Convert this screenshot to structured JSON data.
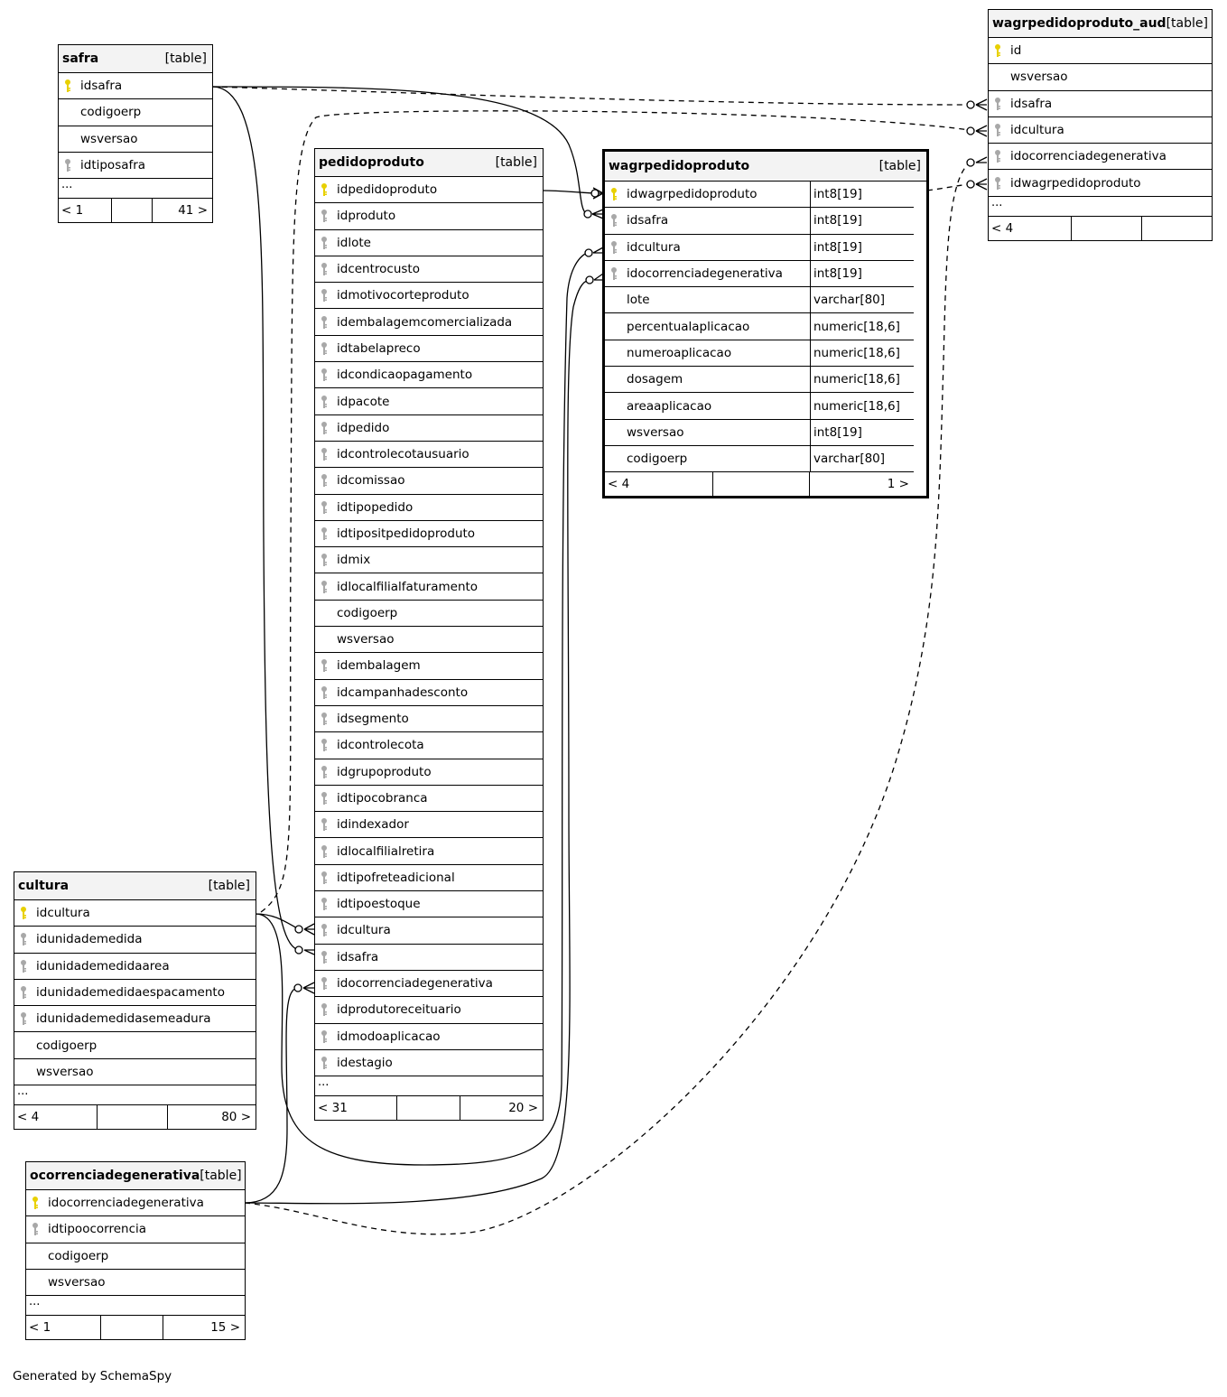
{
  "footer": "Generated by SchemaSpy",
  "colors": {
    "primary_key": "#e8d000",
    "foreign_key": "#a8a8a8",
    "border": "#000000",
    "header_bg": "#f3f3f3"
  },
  "tables": {
    "safra": {
      "name": "safra",
      "type": "[table]",
      "columns": [
        {
          "name": "idsafra",
          "key": "primary-key"
        },
        {
          "name": "codigoerp",
          "key": "none"
        },
        {
          "name": "wsversao",
          "key": "none"
        },
        {
          "name": "idtiposafra",
          "key": "foreign-key"
        }
      ],
      "more": "...",
      "footer": {
        "left": "< 1",
        "mid": "",
        "right": "41 >"
      }
    },
    "pedidoproduto": {
      "name": "pedidoproduto",
      "type": "[table]",
      "columns": [
        {
          "name": "idpedidoproduto",
          "key": "primary-key"
        },
        {
          "name": "idproduto",
          "key": "foreign-key"
        },
        {
          "name": "idlote",
          "key": "foreign-key"
        },
        {
          "name": "idcentrocusto",
          "key": "foreign-key"
        },
        {
          "name": "idmotivocorteproduto",
          "key": "foreign-key"
        },
        {
          "name": "idembalagemcomercializada",
          "key": "foreign-key"
        },
        {
          "name": "idtabelapreco",
          "key": "foreign-key"
        },
        {
          "name": "idcondicaopagamento",
          "key": "foreign-key"
        },
        {
          "name": "idpacote",
          "key": "foreign-key"
        },
        {
          "name": "idpedido",
          "key": "foreign-key"
        },
        {
          "name": "idcontrolecotausuario",
          "key": "foreign-key"
        },
        {
          "name": "idcomissao",
          "key": "foreign-key"
        },
        {
          "name": "idtipopedido",
          "key": "foreign-key"
        },
        {
          "name": "idtipositpedidoproduto",
          "key": "foreign-key"
        },
        {
          "name": "idmix",
          "key": "foreign-key"
        },
        {
          "name": "idlocalfilialfaturamento",
          "key": "foreign-key"
        },
        {
          "name": "codigoerp",
          "key": "none"
        },
        {
          "name": "wsversao",
          "key": "none"
        },
        {
          "name": "idembalagem",
          "key": "foreign-key"
        },
        {
          "name": "idcampanhadesconto",
          "key": "foreign-key"
        },
        {
          "name": "idsegmento",
          "key": "foreign-key"
        },
        {
          "name": "idcontrolecota",
          "key": "foreign-key"
        },
        {
          "name": "idgrupoproduto",
          "key": "foreign-key"
        },
        {
          "name": "idtipocobranca",
          "key": "foreign-key"
        },
        {
          "name": "idindexador",
          "key": "foreign-key"
        },
        {
          "name": "idlocalfilialretira",
          "key": "foreign-key"
        },
        {
          "name": "idtipofreteadicional",
          "key": "foreign-key"
        },
        {
          "name": "idtipoestoque",
          "key": "foreign-key"
        },
        {
          "name": "idcultura",
          "key": "foreign-key"
        },
        {
          "name": "idsafra",
          "key": "foreign-key"
        },
        {
          "name": "idocorrenciadegenerativa",
          "key": "foreign-key"
        },
        {
          "name": "idprodutoreceituario",
          "key": "foreign-key"
        },
        {
          "name": "idmodoaplicacao",
          "key": "foreign-key"
        },
        {
          "name": "idestagio",
          "key": "foreign-key"
        }
      ],
      "more": "...",
      "footer": {
        "left": "< 31",
        "mid": "",
        "right": "20 >"
      }
    },
    "wagrpedidoproduto": {
      "name": "wagrpedidoproduto",
      "type": "[table]",
      "columns": [
        {
          "name": "idwagrpedidoproduto",
          "key": "primary-key",
          "type": "int8[19]"
        },
        {
          "name": "idsafra",
          "key": "foreign-key",
          "type": "int8[19]"
        },
        {
          "name": "idcultura",
          "key": "foreign-key",
          "type": "int8[19]"
        },
        {
          "name": "idocorrenciadegenerativa",
          "key": "foreign-key",
          "type": "int8[19]"
        },
        {
          "name": "lote",
          "key": "none",
          "type": "varchar[80]"
        },
        {
          "name": "percentualaplicacao",
          "key": "none",
          "type": "numeric[18,6]"
        },
        {
          "name": "numeroaplicacao",
          "key": "none",
          "type": "numeric[18,6]"
        },
        {
          "name": "dosagem",
          "key": "none",
          "type": "numeric[18,6]"
        },
        {
          "name": "areaaplicacao",
          "key": "none",
          "type": "numeric[18,6]"
        },
        {
          "name": "wsversao",
          "key": "none",
          "type": "int8[19]"
        },
        {
          "name": "codigoerp",
          "key": "none",
          "type": "varchar[80]"
        }
      ],
      "footer": {
        "left": "< 4",
        "mid": "",
        "right": "1 >"
      }
    },
    "wagrpedidoproduto_aud": {
      "name": "wagrpedidoproduto_aud",
      "type": "[table]",
      "columns": [
        {
          "name": "id",
          "key": "primary-key"
        },
        {
          "name": "wsversao",
          "key": "none"
        },
        {
          "name": "idsafra",
          "key": "foreign-key"
        },
        {
          "name": "idcultura",
          "key": "foreign-key"
        },
        {
          "name": "idocorrenciadegenerativa",
          "key": "foreign-key"
        },
        {
          "name": "idwagrpedidoproduto",
          "key": "foreign-key"
        }
      ],
      "more": "...",
      "footer": {
        "left": "< 4",
        "mid": "",
        "right": ""
      }
    },
    "cultura": {
      "name": "cultura",
      "type": "[table]",
      "columns": [
        {
          "name": "idcultura",
          "key": "primary-key"
        },
        {
          "name": "idunidademedida",
          "key": "foreign-key"
        },
        {
          "name": "idunidademedidaarea",
          "key": "foreign-key"
        },
        {
          "name": "idunidademedidaespacamento",
          "key": "foreign-key"
        },
        {
          "name": "idunidademedidasemeadura",
          "key": "foreign-key"
        },
        {
          "name": "codigoerp",
          "key": "none"
        },
        {
          "name": "wsversao",
          "key": "none"
        }
      ],
      "more": "...",
      "footer": {
        "left": "< 4",
        "mid": "",
        "right": "80 >"
      }
    },
    "ocorrenciadegenerativa": {
      "name": "ocorrenciadegenerativa",
      "type": "[table]",
      "columns": [
        {
          "name": "idocorrenciadegenerativa",
          "key": "primary-key"
        },
        {
          "name": "idtipoocorrencia",
          "key": "foreign-key"
        },
        {
          "name": "codigoerp",
          "key": "none"
        },
        {
          "name": "wsversao",
          "key": "none"
        }
      ],
      "more": "...",
      "footer": {
        "left": "< 1",
        "mid": "",
        "right": "15 >"
      }
    }
  }
}
